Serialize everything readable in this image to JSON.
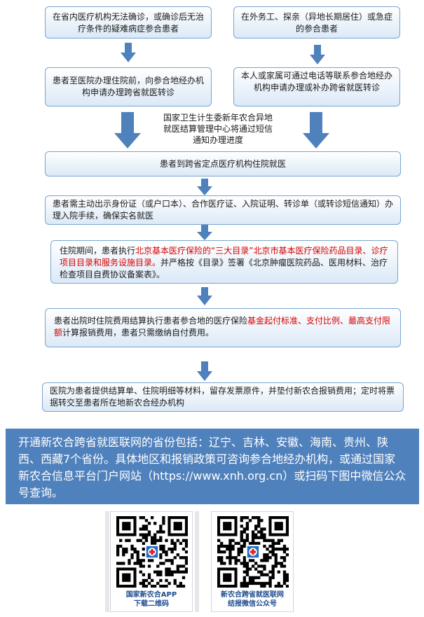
{
  "flow": {
    "box_left_1": "在省内医疗机构无法确诊，或确诊后无治疗条件的疑难病症参合患者",
    "box_right_1": "在外务工、探亲（异地长期居住）或急症的参合患者",
    "box_left_2": "患者至医院办理住院前，向参合地经办机构申请办理跨省就医转诊",
    "box_right_2": "本人或家属可通过电话等联系参合地经办机构申请办理或补办跨省就医转诊",
    "note": "国家卫生计生委新年农合异地就医结算管理中心将通过短信通知办理进度",
    "box_hospital": "患者到跨省定点医疗机构住院就医",
    "box_admission": "患者需主动出示身份证（或户口本）、合作医疗证、入院证明、转诊单（或转诊短信通知）办理入院手续，确保实名就医",
    "box_stay_a": "住院期间，患者执行",
    "box_stay_red": "北京基本医疗保险的“三大目录”北京市基本医疗保险药品目录、诊疗项目目录和服务设施目录。",
    "box_stay_b": "并严格按《目录》签署《北京肿瘤医院药品、医用材料、治疗检查项目自费协议备案表》。",
    "box_discharge_a": "患者出院时住院费用结算执行患者参合地的医疗保险",
    "box_discharge_red": "基金起付标准、支付比例、最高支付限额",
    "box_discharge_b": "计算报销费用，患者只需缴纳自付费用。",
    "box_settle": "医院为患者提供结算单、住院明细等材料，留存发票原件，并垫付新农合报销费用；定时将票据转交至患者所在地新农合经办机构"
  },
  "banner": {
    "text": "开通新农合跨省就医联网的省份包括：辽宁、吉林、安徽、海南、贵州、陕西、西藏7个省份。具体地区和报销政策可咨询参合地经办机构，或通过国家新农合信息平台门户网站（https://www.xnh.org.cn）或扫码下图中微信公众号查询。"
  },
  "qr": [
    {
      "caption_1": "国家新农合APP",
      "caption_2": "下载二维码"
    },
    {
      "caption_1": "新农合跨省就医联网",
      "caption_2": "结报微信公众号"
    }
  ],
  "colors": {
    "arrow": "#4f81bd",
    "banner": "#4f81bd",
    "box_border": "#7aa4cf",
    "highlight": "#d40000"
  }
}
